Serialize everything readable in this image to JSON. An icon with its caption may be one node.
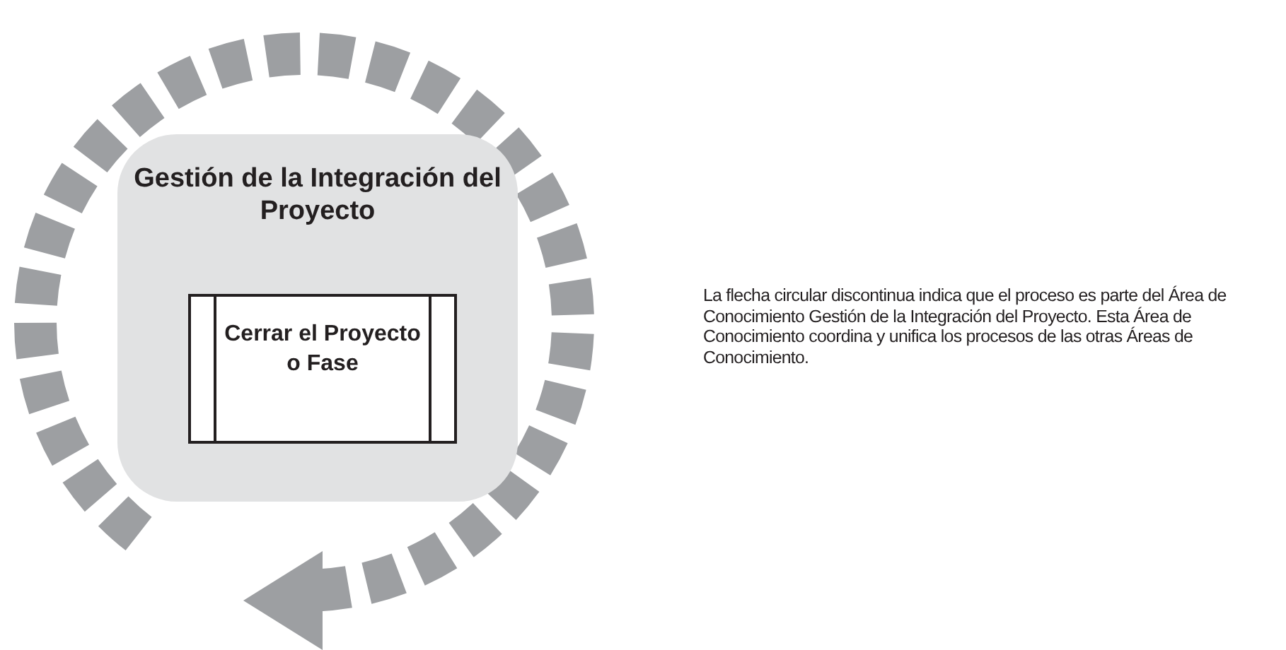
{
  "diagram": {
    "nodes": [
      {
        "text": [
          "Gestión de la Integración del Proyecto"
        ]
      },
      {
        "text": [
          "Cerrar el Proyecto o Fase"
        ],
        "in": 0
      }
    ],
    "labels": [
      "La flecha circular discontinua indica que el proceso es parte del Área de Conocimiento Gestión de la Integración del Proyecto. Esta Área de Conocimiento coordina y unifica los procesos de las otras Áreas de Conocimiento."
    ]
  }
}
